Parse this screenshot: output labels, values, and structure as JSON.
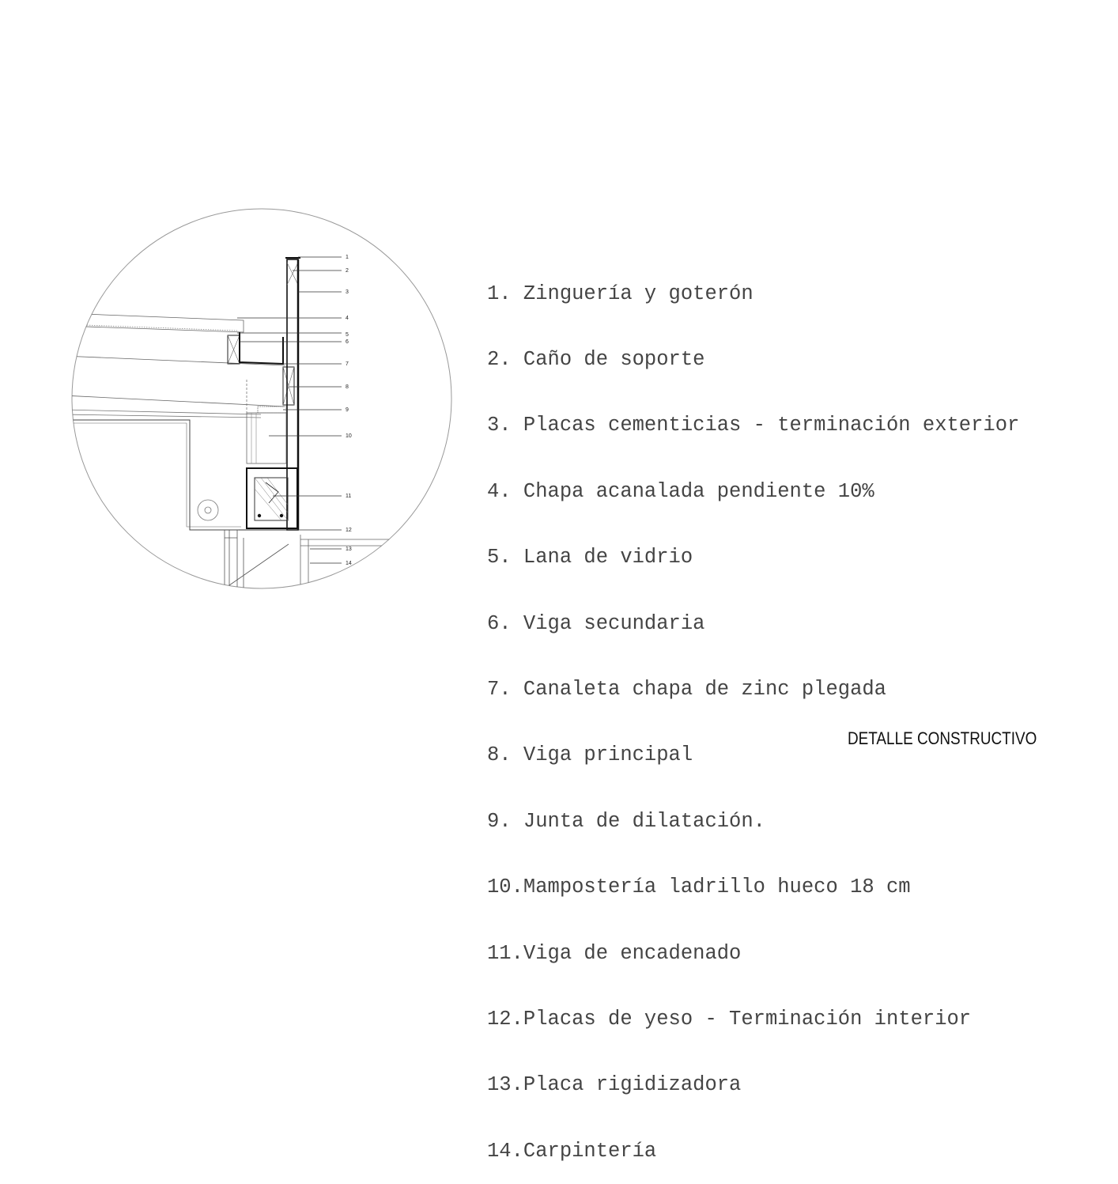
{
  "drawing": {
    "callouts": [
      "1",
      "2",
      "3",
      "4",
      "5",
      "6",
      "7",
      "8",
      "9",
      "10",
      "11",
      "12",
      "13",
      "14"
    ]
  },
  "legend": {
    "items": [
      "1. Zinguería y goterón",
      "2. Caño de soporte",
      "3. Placas cementicias - terminación exterior",
      "4. Chapa acanalada pendiente 10%",
      "5. Lana de vidrio",
      "6. Viga secundaria",
      "7. Canaleta chapa de zinc plegada",
      "8. Viga principal",
      "9. Junta de dilatación.",
      "10.Mampostería ladrillo hueco 18 cm",
      "11.Viga de encadenado",
      "12.Placas de yeso - Terminación interior",
      "13.Placa rigidizadora",
      "14.Carpintería"
    ]
  },
  "sheet": {
    "title": "DETALLE CONSTRUCTIVO"
  }
}
